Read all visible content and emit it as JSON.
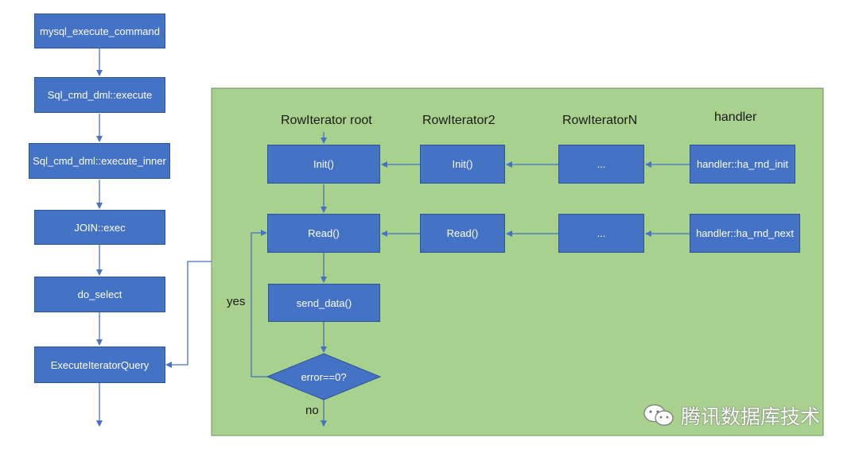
{
  "left_flow": [
    "mysql_execute_command",
    "Sql_cmd_dml::execute",
    "Sql_cmd_dml::execute_inner",
    "JOIN::exec",
    "do_select",
    "ExecuteIteratorQuery"
  ],
  "columns": {
    "root": "RowIterator root",
    "iter2": "RowIterator2",
    "iterN": "RowIteratorN",
    "handler": "handler"
  },
  "row_init": {
    "root": "Init()",
    "iter2": "Init()",
    "iterN": "...",
    "handler": "handler::ha_rnd_init"
  },
  "row_read": {
    "root": "Read()",
    "iter2": "Read()",
    "iterN": "...",
    "handler": "handler::ha_rnd_next"
  },
  "send_data": "send_data()",
  "decision": "error==0?",
  "yes_label": "yes",
  "no_label": "no",
  "watermark": "腾讯数据库技术",
  "colors": {
    "box_fill": "#4472c4",
    "panel_fill": "#a9d18e",
    "arrow": "#4472c4"
  }
}
